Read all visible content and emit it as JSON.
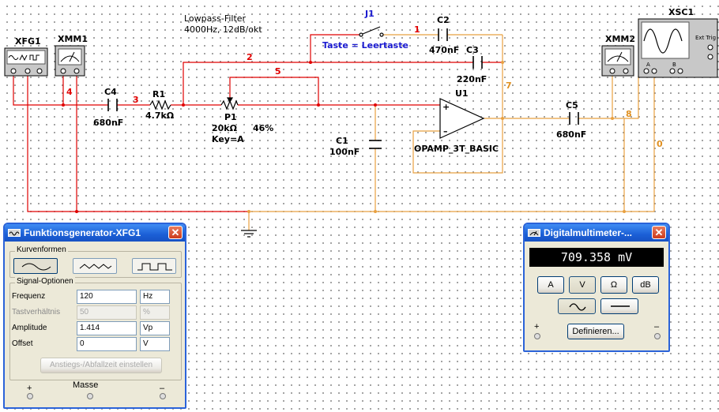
{
  "schematic": {
    "title_line1": "Lowpass-Filter",
    "title_line2": "4000Hz, 12dB/okt",
    "switch": {
      "ref": "J1",
      "label": "Taste = Leertaste"
    },
    "components": {
      "c2": {
        "ref": "C2",
        "value": "470nF"
      },
      "c3": {
        "ref": "C3",
        "value": "220nF"
      },
      "c4": {
        "ref": "C4",
        "value": "680nF"
      },
      "r1": {
        "ref": "R1",
        "value": "4.7kΩ"
      },
      "p1": {
        "ref": "P1",
        "value": "20kΩ",
        "setting": "46%",
        "key": "Key=A"
      },
      "c1": {
        "ref": "C1",
        "value": "100nF"
      },
      "u1": {
        "ref": "U1",
        "model": "OPAMP_3T_BASIC",
        "plus": "+",
        "minus": "–"
      },
      "c5": {
        "ref": "C5",
        "value": "680nF"
      }
    },
    "net_labels": {
      "n1": "1",
      "n2": "2",
      "n3": "3",
      "n4": "4",
      "n5": "5",
      "n7": "7",
      "n8": "8",
      "n0": "0"
    },
    "instruments": {
      "xfg1": "XFG1",
      "xmm1": "XMM1",
      "xmm2": "XMM2",
      "xsc1": "XSC1",
      "xsc1_ext_trig": "Ext Trig",
      "xsc1_a": "A",
      "xsc1_b": "B"
    }
  },
  "function_generator": {
    "title": "Funktionsgenerator-XFG1",
    "waveforms_group": "Kurvenformen",
    "signal_group": "Signal-Optionen",
    "fields": [
      {
        "label": "Frequenz",
        "value": "120",
        "unit": "Hz",
        "enabled": true
      },
      {
        "label": "Tastverhältnis",
        "value": "50",
        "unit": "%",
        "enabled": false
      },
      {
        "label": "Amplitude",
        "value": "1.414",
        "unit": "Vp",
        "enabled": true
      },
      {
        "label": "Offset",
        "value": "0",
        "unit": "V",
        "enabled": true
      }
    ],
    "rise_fall_button": "Anstiegs-/Abfallzeit einstellen",
    "plus": "+",
    "ground": "Masse",
    "minus": "–"
  },
  "multimeter": {
    "title": "Digitalmultimeter-...",
    "reading": "709.358 mV",
    "buttons": {
      "a": "A",
      "v": "V",
      "ohm": "Ω",
      "db": "dB"
    },
    "define_button": "Definieren...",
    "plus": "+",
    "minus": "–"
  },
  "colors": {
    "red_wire": "#e00000",
    "orange_wire": "#e8a040",
    "net_blue": "#1a1ad0",
    "title_blue": "#2b63d9"
  }
}
